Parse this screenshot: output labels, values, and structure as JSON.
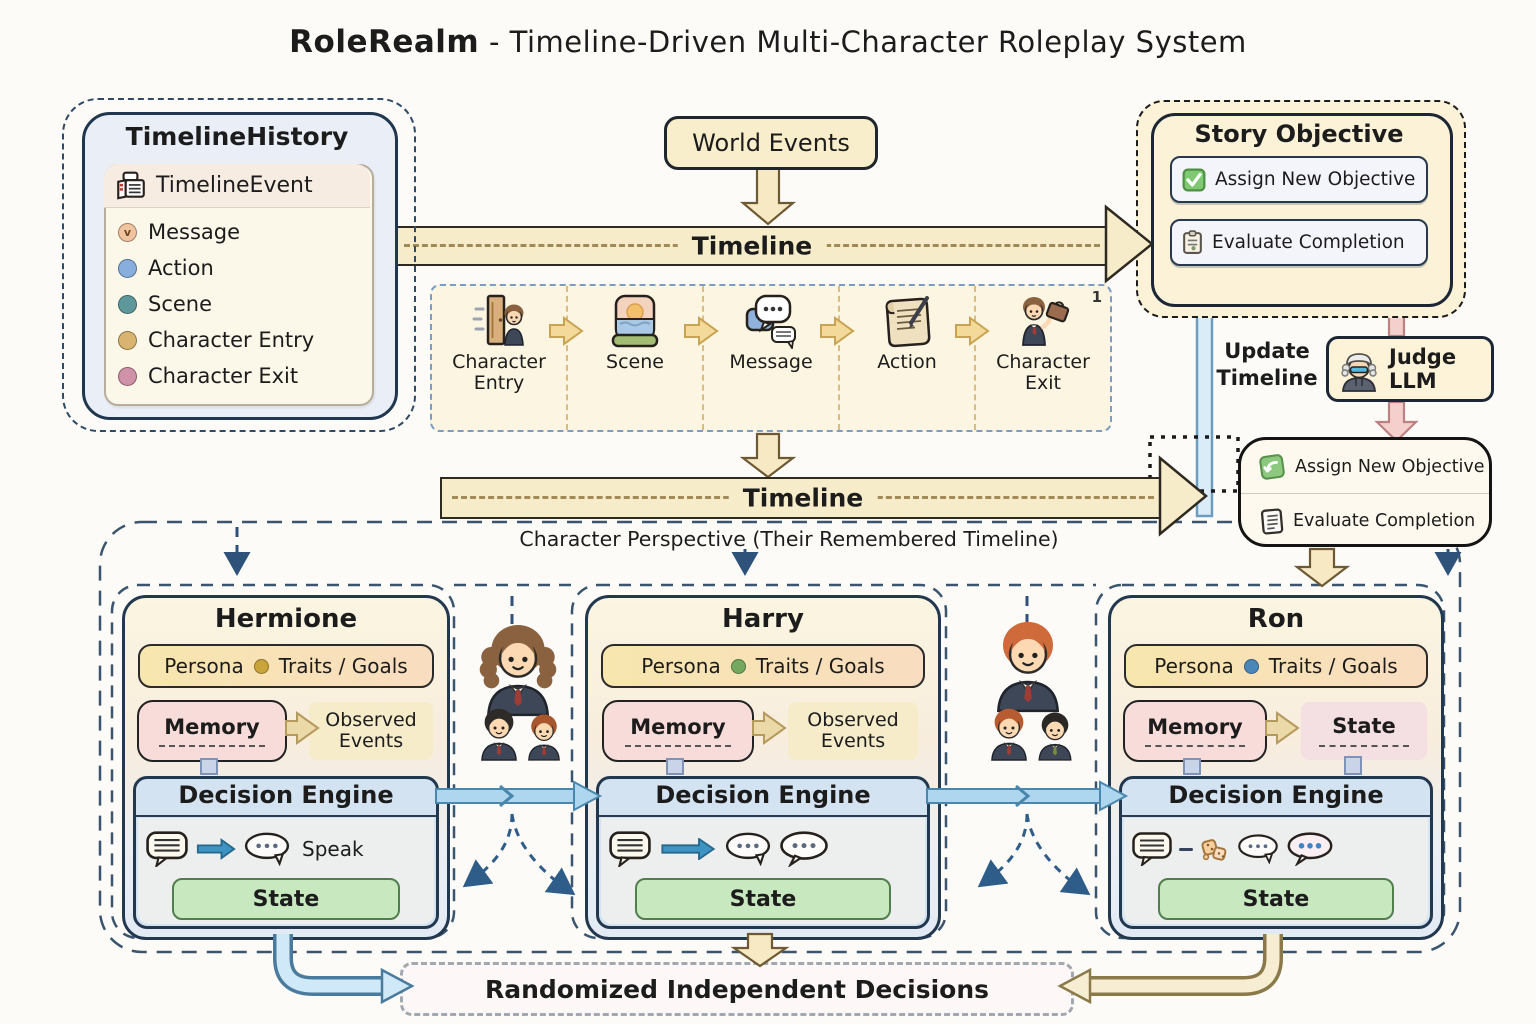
{
  "title": {
    "brand": "RoleRealm",
    "rest": "- Timeline-Driven Multi-Character Roleplay System"
  },
  "timeline_history": {
    "title": "TimelineHistory",
    "card_title": "TimelineEvent",
    "items": [
      {
        "label": "Message",
        "bullet_color": "#f0c49e",
        "glyph": "v"
      },
      {
        "label": "Action",
        "bullet_color": "#87aedd",
        "glyph": ""
      },
      {
        "label": "Scene",
        "bullet_color": "#5f989b",
        "glyph": ""
      },
      {
        "label": "Character Entry",
        "bullet_color": "#d9b470",
        "glyph": ""
      },
      {
        "label": "Character Exit",
        "bullet_color": "#cf92a8",
        "glyph": ""
      }
    ]
  },
  "world_events": {
    "label": "World Events"
  },
  "timeline_top": {
    "label": "Timeline"
  },
  "timeline_bottom": {
    "label": "Timeline"
  },
  "story_objective": {
    "title": "Story Objective",
    "button1": "Assign New Objective",
    "button2": "Evaluate Completion"
  },
  "event_strip": {
    "items": [
      {
        "label": "Character Entry"
      },
      {
        "label": "Scene"
      },
      {
        "label": "Message"
      },
      {
        "label": "Action"
      },
      {
        "label": "Character Exit"
      }
    ],
    "exit_note": "1"
  },
  "perspective_caption": "Character Perspective (Their Remembered Timeline)",
  "update_timeline": {
    "line1": "Update",
    "line2": "Timeline"
  },
  "judge": {
    "line1": "Judge",
    "line2": "LLM"
  },
  "objective_actions": {
    "row1": "Assign New Objective",
    "row2": "Evaluate Completion"
  },
  "characters": [
    {
      "name": "Hermione",
      "persona": "Persona",
      "traits": "Traits / Goals",
      "dot_color": "#c9a43a",
      "memory": "Memory",
      "observed": "Observed Events",
      "engine": "Decision Engine",
      "speak": "Speak",
      "state": "State"
    },
    {
      "name": "Harry",
      "persona": "Persona",
      "traits": "Traits / Goals",
      "dot_color": "#74a85e",
      "memory": "Memory",
      "observed": "Observed Events",
      "engine": "Decision Engine",
      "state": "State"
    },
    {
      "name": "Ron",
      "persona": "Persona",
      "traits": "Traits / Goals",
      "dot_color": "#4a86b8",
      "memory": "Memory",
      "observed": "State",
      "engine": "Decision Engine",
      "state": "State"
    }
  ],
  "bottom": {
    "label": "Randomized Independent Decisions"
  },
  "colors": {
    "timeline_band": "#f7ecca",
    "accent_navy": "#2e4a66",
    "engine_blue": "#d3e3f1",
    "state_green": "#c8e8c0",
    "memory_pink": "#f8dcda",
    "persona_yellow": "#f7e6ae",
    "judge_arrow_pink": "#f4cfcc",
    "update_arrow_blue": "#d9ecf8"
  }
}
